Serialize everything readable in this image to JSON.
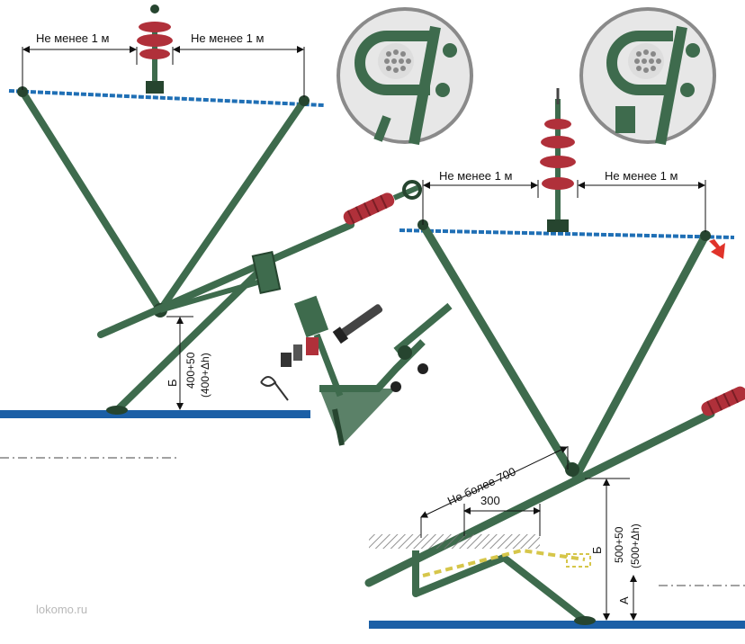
{
  "left_assembly": {
    "dim_left": "Не менее 1 м",
    "dim_right": "Не менее 1 м",
    "height_label_B": "Б",
    "height_value": "400+50",
    "height_value_alt": "(400+Δh)"
  },
  "right_assembly": {
    "dim_left": "Не менее 1 м",
    "dim_right": "Не менее 1 м",
    "length_max": "Не более 700",
    "length_300": "300",
    "height_label_B": "Б",
    "height_label_A": "А",
    "height_value": "500+50",
    "height_value_alt": "(500+Δh)"
  },
  "watermark": "lokomo.ru",
  "colors": {
    "steel": "#3e6b4d",
    "steel_dark": "#26452f",
    "insulator": "#b0303a",
    "rail": "#1b5fa6",
    "wire": "#1f6fb5",
    "marker": "#e0332a",
    "detail_ring": "#8a8a8a"
  }
}
